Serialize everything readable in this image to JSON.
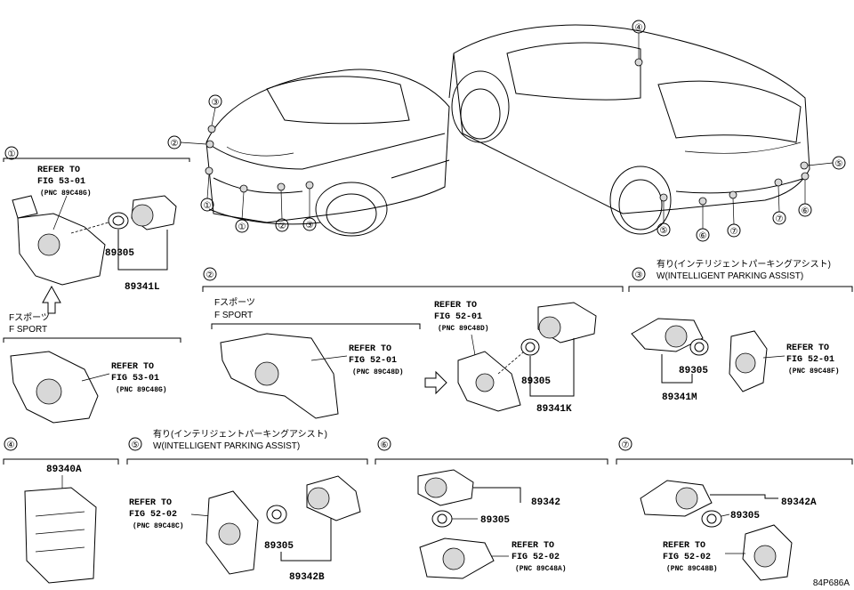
{
  "callouts": {
    "front": [
      {
        "n": "①"
      },
      {
        "n": "①"
      },
      {
        "n": "②"
      },
      {
        "n": "②"
      },
      {
        "n": "③"
      },
      {
        "n": "③"
      }
    ],
    "rear": [
      {
        "n": "④"
      },
      {
        "n": "⑤"
      },
      {
        "n": "⑤"
      },
      {
        "n": "⑥"
      },
      {
        "n": "⑦"
      },
      {
        "n": "⑦"
      },
      {
        "n": "⑥"
      }
    ]
  },
  "groups": {
    "g1": {
      "num": "①",
      "refer1": "REFER TO",
      "fig1": "FIG 53-01",
      "pnc1": "(PNC 89C48G)",
      "p1": "89305",
      "p2": "89341L",
      "sport_jp": "Fスポーツ",
      "sport_en": "F SPORT",
      "refer2": "REFER TO",
      "fig2": "FIG 53-01",
      "pnc2": "(PNC 89C48G)"
    },
    "g2": {
      "num": "②",
      "sport_jp": "Fスポーツ",
      "sport_en": "F SPORT",
      "refer1": "REFER TO",
      "fig1": "FIG 52-01",
      "pnc1": "(PNC 89C48D)",
      "refer2": "REFER TO",
      "fig2": "FIG 52-01",
      "pnc2": "(PNC 89C48D)",
      "p1": "89305",
      "p2": "89341K"
    },
    "g3": {
      "num": "③",
      "note_jp": "有り(インテリジェントパーキングアシスト)",
      "note_en": "W(INTELLIGENT PARKING ASSIST)",
      "p1": "89305",
      "p2": "89341M",
      "refer": "REFER TO",
      "fig": "FIG 52-01",
      "pnc": "(PNC 89C48F)"
    },
    "g4": {
      "num": "④",
      "p1": "89340A"
    },
    "g5": {
      "num": "⑤",
      "note_jp": "有り(インテリジェントパーキングアシスト)",
      "note_en": "W(INTELLIGENT PARKING ASSIST)",
      "refer": "REFER TO",
      "fig": "FIG 52-02",
      "pnc": "(PNC 89C48C)",
      "p1": "89305",
      "p2": "89342B"
    },
    "g6": {
      "num": "⑥",
      "p1": "89342",
      "p2": "89305",
      "refer": "REFER TO",
      "fig": "FIG 52-02",
      "pnc": "(PNC 89C48A)"
    },
    "g7": {
      "num": "⑦",
      "p1": "89342A",
      "p2": "89305",
      "refer": "REFER TO",
      "fig": "FIG 52-02",
      "pnc": "(PNC 89C48B)"
    }
  },
  "diagram_code": "84P686A"
}
